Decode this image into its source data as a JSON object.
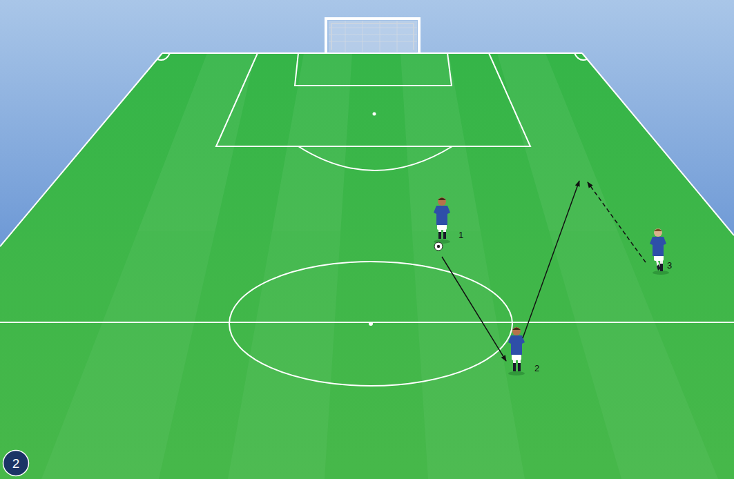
{
  "diagram": {
    "nodes": [
      {
        "text": [
          "2"
        ]
      }
    ],
    "labels": [
      "1",
      "2",
      "3"
    ]
  }
}
